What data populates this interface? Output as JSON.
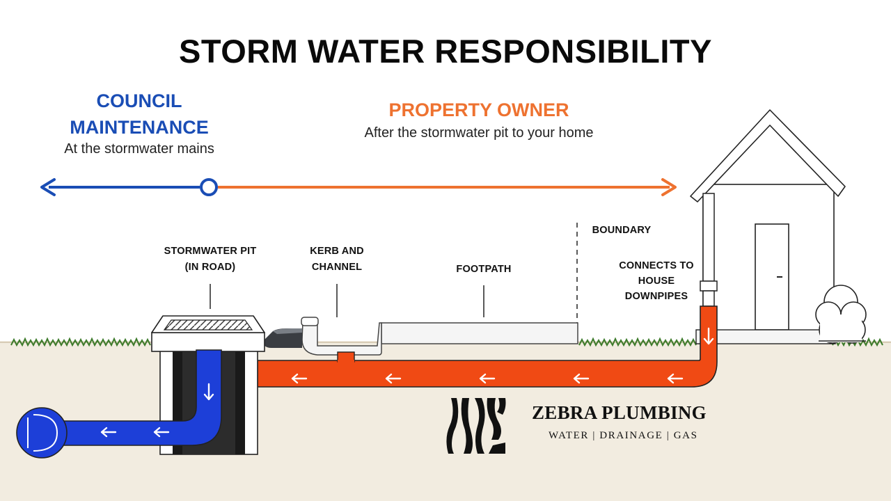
{
  "title": "STORM WATER RESPONSIBILITY",
  "council": {
    "heading_line1": "COUNCIL",
    "heading_line2": "MAINTENANCE",
    "subtitle": "At the stormwater mains"
  },
  "property_owner": {
    "heading": "PROPERTY OWNER",
    "subtitle": "After the stormwater pit to your home"
  },
  "labels": {
    "stormwater_pit": [
      "STORMWATER PIT",
      "(IN ROAD)"
    ],
    "kerb_channel": [
      "KERB AND",
      "CHANNEL"
    ],
    "footpath": "FOOTPATH",
    "boundary": "BOUNDARY",
    "downpipes": [
      "CONNECTS TO",
      "HOUSE",
      "DOWNPIPES"
    ]
  },
  "brand": {
    "name": "ZEBRA PLUMBING",
    "tagline": "WATER | DRAINAGE | GAS"
  },
  "colors": {
    "council_blue": "#1a4db5",
    "pipe_blue": "#1d3fd8",
    "owner_orange": "#ee7230",
    "pipe_orange": "#f04a14",
    "ground": "#f2ece0",
    "grass": "#3c7a2a"
  },
  "icons": {
    "flow_arrow": "left-arrow-icon",
    "down_flow": "down-arrow-icon",
    "brand_logo": "zebra-stripes-logo"
  }
}
